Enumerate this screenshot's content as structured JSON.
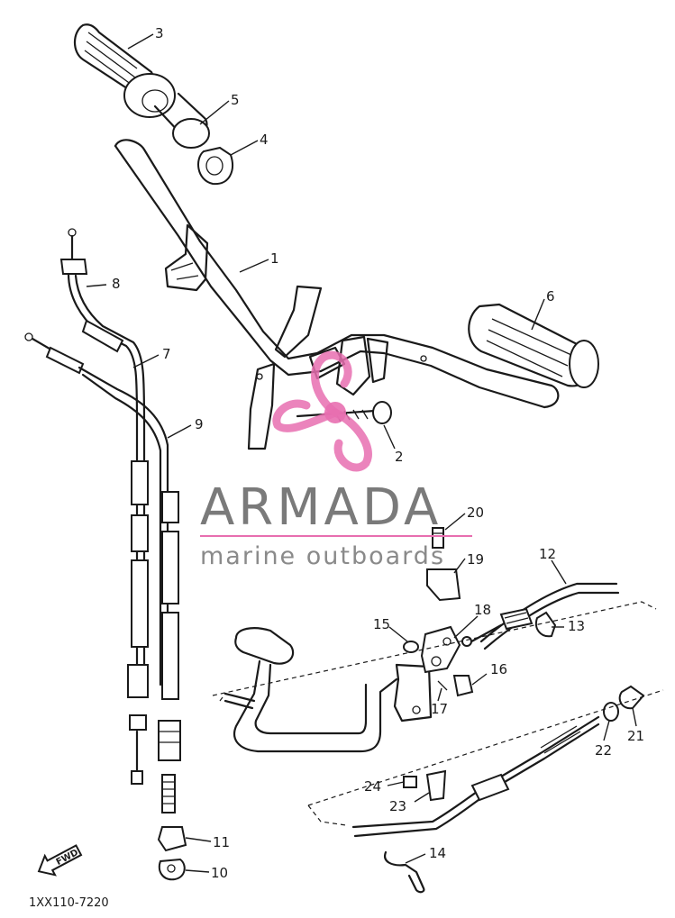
{
  "diagram": {
    "callouts": [
      {
        "id": "c1",
        "label": "1"
      },
      {
        "id": "c2",
        "label": "2"
      },
      {
        "id": "c3",
        "label": "3"
      },
      {
        "id": "c4",
        "label": "4"
      },
      {
        "id": "c5",
        "label": "5"
      },
      {
        "id": "c6",
        "label": "6"
      },
      {
        "id": "c7",
        "label": "7"
      },
      {
        "id": "c8",
        "label": "8"
      },
      {
        "id": "c9",
        "label": "9"
      },
      {
        "id": "c10",
        "label": "10"
      },
      {
        "id": "c11",
        "label": "11"
      },
      {
        "id": "c12",
        "label": "12"
      },
      {
        "id": "c13",
        "label": "13"
      },
      {
        "id": "c14",
        "label": "14"
      },
      {
        "id": "c15",
        "label": "15"
      },
      {
        "id": "c16",
        "label": "16"
      },
      {
        "id": "c17",
        "label": "17"
      },
      {
        "id": "c18",
        "label": "18"
      },
      {
        "id": "c19",
        "label": "19"
      },
      {
        "id": "c20",
        "label": "20"
      },
      {
        "id": "c21",
        "label": "21"
      },
      {
        "id": "c22",
        "label": "22"
      },
      {
        "id": "c23",
        "label": "23"
      },
      {
        "id": "c24",
        "label": "24"
      }
    ],
    "fwd_label": "FWD",
    "diagram_code": "1XX110-7220"
  },
  "watermark": {
    "title": "ARMADA",
    "subtitle": "marine outboards",
    "accent_color": "#e86fb0",
    "text_color": "#7a7a7a"
  }
}
